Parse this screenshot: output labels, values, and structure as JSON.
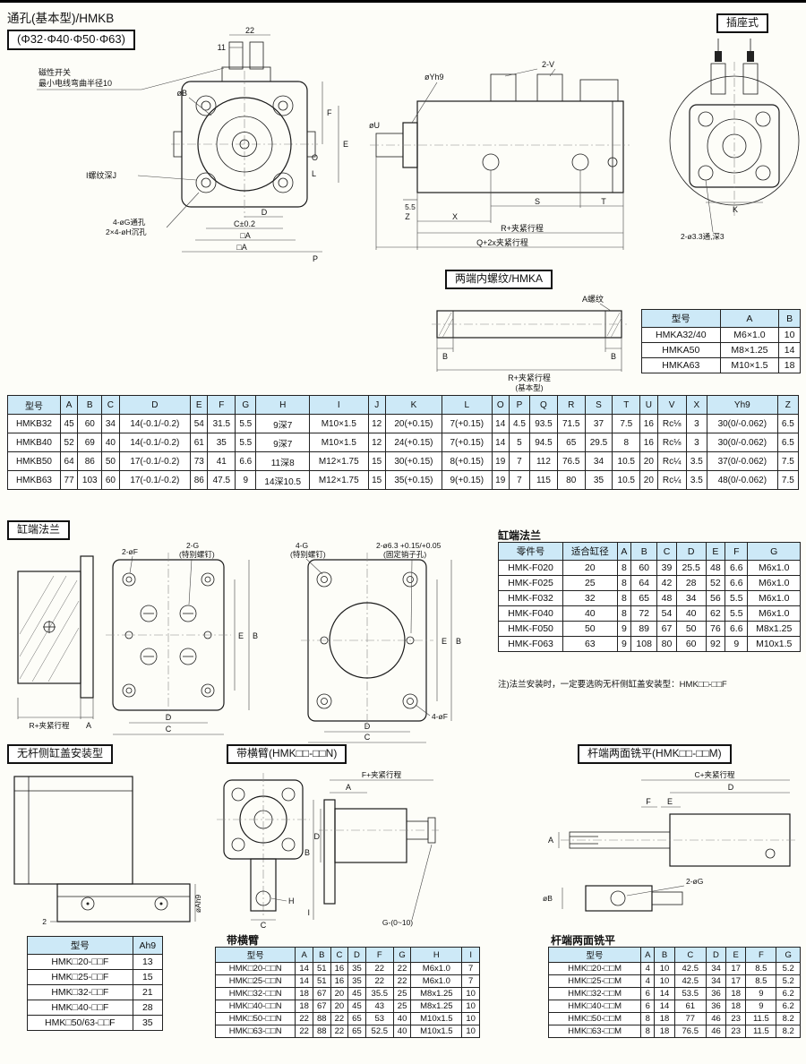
{
  "page": {
    "title": "通孔(基本型)/HMKB",
    "bore_box": "(Φ32·Φ40·Φ50·Φ63)"
  },
  "colors": {
    "table_header_bg": "#cde9f7",
    "line": "#1a1a1a"
  },
  "fv": {
    "d22": "22",
    "d11": "11",
    "note1": "磁性开关",
    "note2": "最小电线弯曲半径10",
    "ob": "øB",
    "thread": "I螺纹深J",
    "f": "F",
    "e": "E",
    "o": "O",
    "l": "L",
    "d": "D",
    "c": "C±0.2",
    "k": "K",
    "a": "□A",
    "p": "P",
    "g_hole": "4-øG通孔",
    "h_hole": "2×4-øH沉孔"
  },
  "sv": {
    "v": "2-V",
    "yh9": "øYh9",
    "u": "øU",
    "d55": "5.5",
    "s": "S",
    "t": "T",
    "z": "Z",
    "x": "X",
    "r": "R+夹紧行程",
    "q": "Q+2x夹紧行程"
  },
  "sk": {
    "title": "插座式",
    "k": "K",
    "hole": "2-ø3.3通,深3"
  },
  "hmka": {
    "header": "两端内螺纹/HMKA",
    "a_thread": "A螺纹",
    "b1": "B",
    "b2": "B",
    "r": "R+夹紧行程",
    "basic": "(基本型)",
    "table": {
      "headers": [
        "型号",
        "A",
        "B"
      ],
      "rows": [
        [
          "HMKA32/40",
          "M6×1.0",
          "10"
        ],
        [
          "HMKA50",
          "M8×1.25",
          "14"
        ],
        [
          "HMKA63",
          "M10×1.5",
          "18"
        ]
      ]
    }
  },
  "main_table": {
    "headers": [
      "型号",
      "A",
      "B",
      "C",
      "D",
      "E",
      "F",
      "G",
      "H",
      "I",
      "J",
      "K",
      "L",
      "O",
      "P",
      "Q",
      "R",
      "S",
      "T",
      "U",
      "V",
      "X",
      "Yh9",
      "Z"
    ],
    "rows": [
      [
        "HMKB32",
        "45",
        "60",
        "34",
        "14(-0.1/-0.2)",
        "54",
        "31.5",
        "5.5",
        "9深7",
        "M10×1.5",
        "12",
        "20(+0.15)",
        "7(+0.15)",
        "14",
        "4.5",
        "93.5",
        "71.5",
        "37",
        "7.5",
        "16",
        "Rc⅛",
        "3",
        "30(0/-0.062)",
        "6.5"
      ],
      [
        "HMKB40",
        "52",
        "69",
        "40",
        "14(-0.1/-0.2)",
        "61",
        "35",
        "5.5",
        "9深7",
        "M10×1.5",
        "12",
        "24(+0.15)",
        "7(+0.15)",
        "14",
        "5",
        "94.5",
        "65",
        "29.5",
        "8",
        "16",
        "Rc⅛",
        "3",
        "30(0/-0.062)",
        "6.5"
      ],
      [
        "HMKB50",
        "64",
        "86",
        "50",
        "17(-0.1/-0.2)",
        "73",
        "41",
        "6.6",
        "11深8",
        "M12×1.75",
        "15",
        "30(+0.15)",
        "8(+0.15)",
        "19",
        "7",
        "112",
        "76.5",
        "34",
        "10.5",
        "20",
        "Rc¼",
        "3.5",
        "37(0/-0.062)",
        "7.5"
      ],
      [
        "HMKB63",
        "77",
        "103",
        "60",
        "17(-0.1/-0.2)",
        "86",
        "47.5",
        "9",
        "14深10.5",
        "M12×1.75",
        "15",
        "35(+0.15)",
        "9(+0.15)",
        "19",
        "7",
        "115",
        "80",
        "35",
        "10.5",
        "20",
        "Rc¼",
        "3.5",
        "48(0/-0.062)",
        "7.5"
      ]
    ]
  },
  "fl": {
    "header": "缸端法兰",
    "title": "缸端法兰",
    "labels": {
      "f2": "2-øF",
      "g2": "2-G",
      "sp1": "(特别螺钉)",
      "g4": "4-G",
      "sp2": "(特别螺钉)",
      "pin": "2-ø6.3 +0.15/+0.05",
      "pin2": "(固定销子孔)",
      "e1": "E",
      "b1": "B",
      "d1": "D",
      "c1": "C",
      "r": "R+夹紧行程",
      "a": "A",
      "e2": "E",
      "b2": "B",
      "d2": "D",
      "c2": "C",
      "f4": "4-øF"
    },
    "table": {
      "headers": [
        "零件号",
        "适合缸径",
        "A",
        "B",
        "C",
        "D",
        "E",
        "F",
        "G"
      ],
      "rows": [
        [
          "HMK-F020",
          "20",
          "8",
          "60",
          "39",
          "25.5",
          "48",
          "6.6",
          "M6x1.0"
        ],
        [
          "HMK-F025",
          "25",
          "8",
          "64",
          "42",
          "28",
          "52",
          "6.6",
          "M6x1.0"
        ],
        [
          "HMK-F032",
          "32",
          "8",
          "65",
          "48",
          "34",
          "56",
          "5.5",
          "M6x1.0"
        ],
        [
          "HMK-F040",
          "40",
          "8",
          "72",
          "54",
          "40",
          "62",
          "5.5",
          "M6x1.0"
        ],
        [
          "HMK-F050",
          "50",
          "9",
          "89",
          "67",
          "50",
          "76",
          "6.6",
          "M8x1.25"
        ],
        [
          "HMK-F063",
          "63",
          "9",
          "108",
          "80",
          "60",
          "92",
          "9",
          "M10x1.5"
        ]
      ]
    },
    "note": "注)法兰安装时，一定要选购无杆侧缸盖安装型：HMK□□-□□F"
  },
  "rl": {
    "header": "无杆侧缸盖安装型",
    "oah9": "øAh9",
    "two": "2",
    "table": {
      "headers": [
        "型号",
        "Ah9"
      ],
      "rows": [
        [
          "HMK□20-□□F",
          "13"
        ],
        [
          "HMK□25-□□F",
          "15"
        ],
        [
          "HMK□32-□□F",
          "21"
        ],
        [
          "HMK□40-□□F",
          "28"
        ],
        [
          "HMK□50/63-□□F",
          "35"
        ]
      ]
    }
  },
  "arm": {
    "header": "带横臂(HMK□□-□□N)",
    "title": "带横臂",
    "labels": {
      "f": "F+夹紧行程",
      "a": "A",
      "b": "B",
      "d": "D",
      "i": "I",
      "c": "C",
      "h": "H",
      "g": "G-(0~10)"
    },
    "table": {
      "headers": [
        "型号",
        "A",
        "B",
        "C",
        "D",
        "F",
        "G",
        "H",
        "I"
      ],
      "rows": [
        [
          "HMK□20-□□N",
          "14",
          "51",
          "16",
          "35",
          "22",
          "22",
          "M6x1.0",
          "7"
        ],
        [
          "HMK□25-□□N",
          "14",
          "51",
          "16",
          "35",
          "22",
          "22",
          "M6x1.0",
          "7"
        ],
        [
          "HMK□32-□□N",
          "18",
          "67",
          "20",
          "45",
          "35.5",
          "25",
          "M8x1.25",
          "10"
        ],
        [
          "HMK□40-□□N",
          "18",
          "67",
          "20",
          "45",
          "43",
          "25",
          "M8x1.25",
          "10"
        ],
        [
          "HMK□50-□□N",
          "22",
          "88",
          "22",
          "65",
          "53",
          "40",
          "M10x1.5",
          "10"
        ],
        [
          "HMK□63-□□N",
          "22",
          "88",
          "22",
          "65",
          "52.5",
          "40",
          "M10x1.5",
          "10"
        ]
      ]
    }
  },
  "mill": {
    "header": "杆端两面铣平(HMK□□-□□M)",
    "title": "杆端两面铣平",
    "labels": {
      "c": "C+夹紧行程",
      "d": "D",
      "f": "F",
      "e": "E",
      "a": "A",
      "og": "2-øG",
      "ob": "øB"
    },
    "table": {
      "headers": [
        "型号",
        "A",
        "B",
        "C",
        "D",
        "E",
        "F",
        "G"
      ],
      "rows": [
        [
          "HMK□20-□□M",
          "4",
          "10",
          "42.5",
          "34",
          "17",
          "8.5",
          "5.2"
        ],
        [
          "HMK□25-□□M",
          "4",
          "10",
          "42.5",
          "34",
          "17",
          "8.5",
          "5.2"
        ],
        [
          "HMK□32-□□M",
          "6",
          "14",
          "53.5",
          "36",
          "18",
          "9",
          "6.2"
        ],
        [
          "HMK□40-□□M",
          "6",
          "14",
          "61",
          "36",
          "18",
          "9",
          "6.2"
        ],
        [
          "HMK□50-□□M",
          "8",
          "18",
          "77",
          "46",
          "23",
          "11.5",
          "8.2"
        ],
        [
          "HMK□63-□□M",
          "8",
          "18",
          "76.5",
          "46",
          "23",
          "11.5",
          "8.2"
        ]
      ]
    }
  }
}
